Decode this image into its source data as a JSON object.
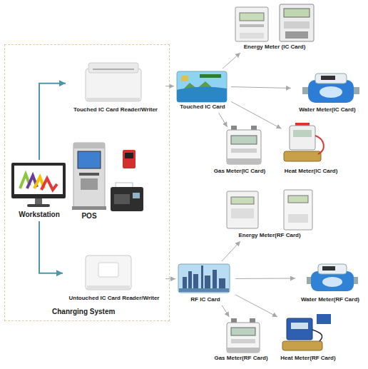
{
  "diagram": {
    "nodes": [
      {
        "text": [
          "Chanrging System"
        ]
      },
      {
        "text": [
          "Touched IC Card Reader/Writer"
        ],
        "in": 0
      },
      {
        "text": [
          "Workstation"
        ],
        "in": 0
      },
      {
        "text": [
          "POS"
        ],
        "in": 0
      },
      {
        "text": [
          "Untouched IC Card Reader/Writer"
        ],
        "in": 0
      },
      {
        "text": [
          "Touched IC Card"
        ]
      },
      {
        "text": [
          "Energy Meter (IC Card)"
        ]
      },
      {
        "text": [
          "Water Meter(IC Card)"
        ]
      },
      {
        "text": [
          "Gas Meter(IC Card)"
        ]
      },
      {
        "text": [
          "Heat Meter(IC Card)"
        ]
      },
      {
        "text": [
          "RF IC Card"
        ]
      },
      {
        "text": [
          "Energy Meter(RF Card)"
        ]
      },
      {
        "text": [
          "Water Meter(RF Card)"
        ]
      },
      {
        "text": [
          "Gas Meter(RF Card)"
        ]
      },
      {
        "text": [
          "Heat Meter(RF Card)"
        ]
      }
    ],
    "edges": [
      {
        "from": 2,
        "to": 1,
        "arrow": "to"
      },
      {
        "from": 2,
        "to": 4,
        "arrow": "to"
      },
      {
        "from": 1,
        "to": 5,
        "arrow": "to"
      },
      {
        "from": 5,
        "to": 6,
        "arrow": "to"
      },
      {
        "from": 5,
        "to": 7,
        "arrow": "to"
      },
      {
        "from": 5,
        "to": 8,
        "arrow": "to"
      },
      {
        "from": 5,
        "to": 9,
        "arrow": "to"
      },
      {
        "from": 4,
        "to": 10,
        "arrow": "to"
      },
      {
        "from": 10,
        "to": 11,
        "arrow": "to"
      },
      {
        "from": 10,
        "to": 12,
        "arrow": "to"
      },
      {
        "from": 10,
        "to": 13,
        "arrow": "to"
      },
      {
        "from": 10,
        "to": 14,
        "arrow": "to"
      }
    ]
  }
}
